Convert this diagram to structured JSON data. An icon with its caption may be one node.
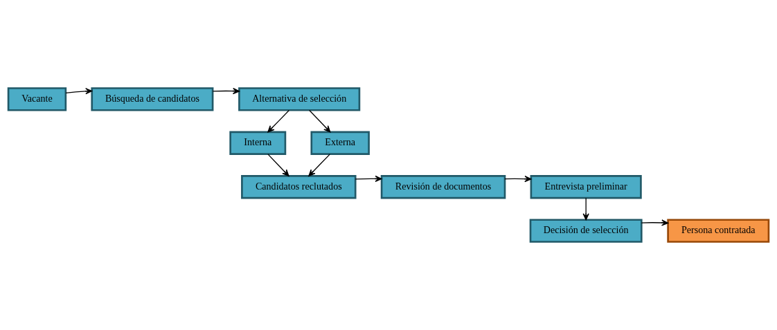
{
  "diagram": {
    "nodes": [
      {
        "text": [
          "Vacante"
        ]
      },
      {
        "text": [
          "Búsqueda de candidatos"
        ]
      },
      {
        "text": [
          "Alternativa de selección"
        ]
      },
      {
        "text": [
          "Interna"
        ]
      },
      {
        "text": [
          "Externa"
        ]
      },
      {
        "text": [
          "Candidatos reclutados"
        ]
      },
      {
        "text": [
          "Revisión de documentos"
        ]
      },
      {
        "text": [
          "Entrevista preliminar"
        ]
      },
      {
        "text": [
          "Decisión de selección"
        ]
      },
      {
        "text": [
          "Persona contratada"
        ]
      }
    ],
    "edges": [
      {
        "from": 0,
        "to": 1,
        "arrow": "to"
      },
      {
        "from": 1,
        "to": 2,
        "arrow": "to"
      },
      {
        "from": 2,
        "to": 3,
        "arrow": "to"
      },
      {
        "from": 2,
        "to": 4,
        "arrow": "to"
      },
      {
        "from": 3,
        "to": 5,
        "arrow": "to"
      },
      {
        "from": 4,
        "to": 5,
        "arrow": "to"
      },
      {
        "from": 5,
        "to": 6,
        "arrow": "to"
      },
      {
        "from": 6,
        "to": 7,
        "arrow": "to"
      },
      {
        "from": 7,
        "to": 8,
        "arrow": "to"
      },
      {
        "from": 8,
        "to": 9,
        "arrow": "to"
      }
    ]
  }
}
